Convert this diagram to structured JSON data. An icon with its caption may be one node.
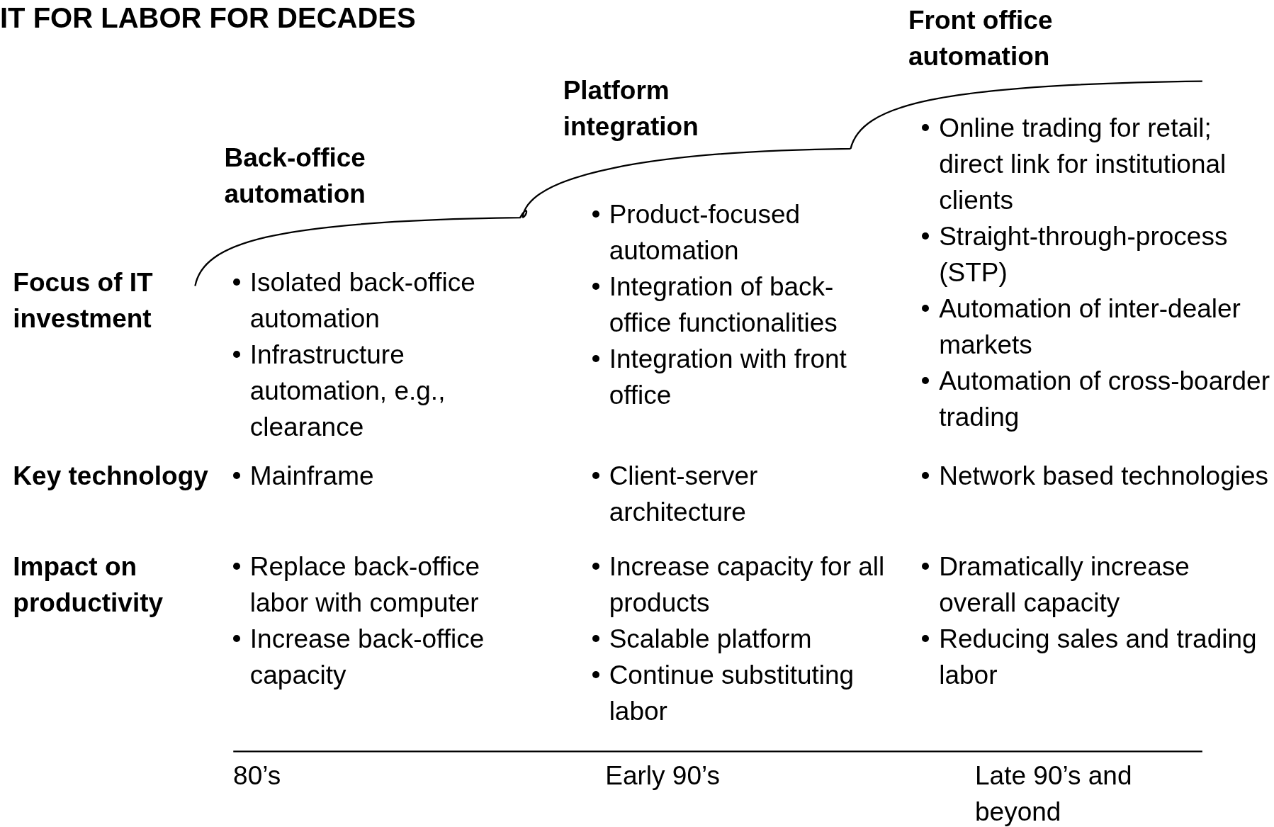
{
  "diagram": {
    "title": "IT FOR LABOR FOR DECADES",
    "labels": [
      "Back-office automation",
      "Platform integration",
      "Front office automation",
      "Focus of IT investment",
      "Isolated back-office automation",
      "Infrastructure automation, e.g., clearance",
      "Product-focused automation",
      "Integration of back-office functionalities",
      "Integration with front office",
      "Online trading for retail; direct link for institutional clients",
      "Straight-through-process (STP)",
      "Automation of inter-dealer markets",
      "Automation of cross-boarder trading",
      "Key technology",
      "Mainframe",
      "Client-server architecture",
      "Network based technologies",
      "Impact on productivity",
      "Replace back-office labor with computer",
      "Increase back-office capacity",
      "Increase capacity for all products",
      "Scalable platform",
      "Continue substituting labor",
      "Dramatically increase overall capacity",
      "Reducing sales and trading labor",
      "80’s",
      "Early 90’s",
      "Late 90’s and beyond"
    ]
  }
}
